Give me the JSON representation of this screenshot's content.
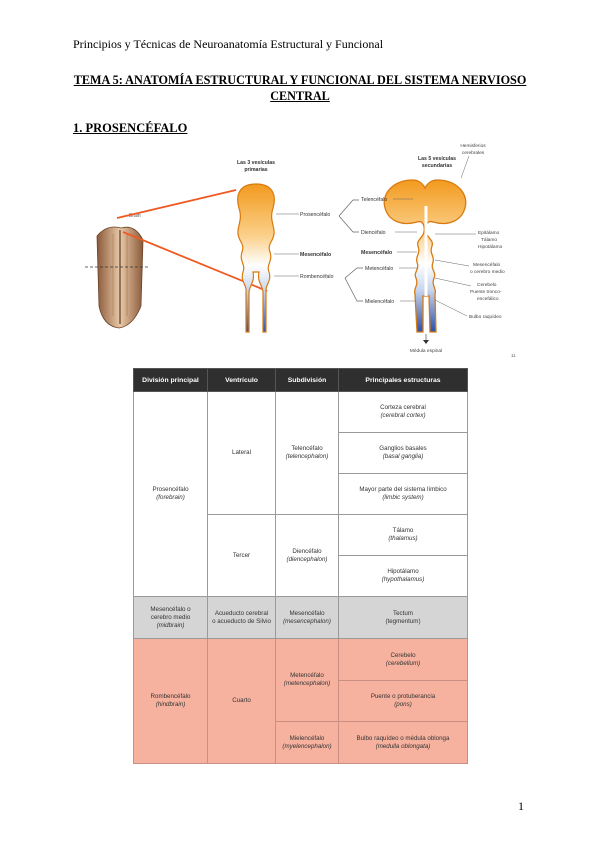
{
  "header": {
    "running_title": "Principios y Técnicas de Neuroanatomía Estructural y Funcional"
  },
  "doc_title": {
    "line1": "TEMA 5: ANATOMÍA ESTRUCTURAL Y FUNCIONAL DEL SISTEMA NERVIOSO",
    "line2": "CENTRAL"
  },
  "section_heading": "1. PROSENCÉFALO",
  "figure": {
    "embryo_label": "Brain",
    "primary_title": [
      "Las 3 vesículas",
      "primarias"
    ],
    "secondary_title": [
      "Las 5 vesículas",
      "secundarias"
    ],
    "hemispheres": [
      "Hemisferios",
      "cerebrales"
    ],
    "primary": [
      "Prosencéfalo",
      "Mesencéfalo",
      "Rombencéfalo"
    ],
    "secondary": [
      "Telencéfalo",
      "Diencéfalo",
      "Mesencéfalo",
      "Metencéfalo",
      "Mielencéfalo"
    ],
    "right_labels": {
      "diencephalon": [
        "Epitálamo",
        "Tálamo",
        "Hipotálamo"
      ],
      "midbrain": [
        "Mesencéfalo",
        "o cerebro medio"
      ],
      "metencephalon": [
        "Cerebelo",
        "Puente tronco-",
        "encefálico"
      ],
      "medulla": "Bulbo raquídeo"
    },
    "spinal": "Médula espinal",
    "corner_mark": "11"
  },
  "table": {
    "headers": [
      "División principal",
      "Ventrículo",
      "Subdivisión",
      "Principales estructuras"
    ],
    "forebrain": {
      "division": "Prosencéfalo",
      "division_en": "(forebrain)",
      "v_lateral": "Lateral",
      "v_tercer": "Tercer",
      "tel": "Telencéfalo",
      "tel_en": "(telencephalon)",
      "die": "Diencéfalo",
      "die_en": "(diencephalon)",
      "s1": "Corteza cerebral",
      "s1_en": "(cerebral cortex)",
      "s2": "Ganglios basales",
      "s2_en": "(basal ganglia)",
      "s3": "Mayor parte del sistema límbico",
      "s3_en": "(limbic system)",
      "s4": "Tálamo",
      "s4_en": "(thalamus)",
      "s5": "Hipotálamo",
      "s5_en": "(hypothalamus)"
    },
    "midbrain": {
      "division": "Mesencéfalo o",
      "division2": "cerebro medio",
      "division_en": "(midbrain)",
      "vent": "Acueducto cerebral",
      "vent2": "o acueducto de Silvio",
      "sub": "Mesencéfalo",
      "sub_en": "(mesencephalon)",
      "struct": "Tectum",
      "struct2": "(tegmentum)"
    },
    "hindbrain": {
      "division": "Rombencéfalo",
      "division_en": "(hindbrain)",
      "vent": "Cuarto",
      "met": "Metencéfalo",
      "met_en": "(metencephalon)",
      "mye": "Mielencéfalo",
      "mye_en": "(myelencephalon)",
      "s1": "Cerebelo",
      "s1_en": "(cerebellum)",
      "s2": "Puente o protuberancia",
      "s2_en": "(pons)",
      "s3": "Bulbo raquídeo o médula oblonga",
      "s3_en": "(medulla oblongata)"
    }
  },
  "page_number": "1"
}
